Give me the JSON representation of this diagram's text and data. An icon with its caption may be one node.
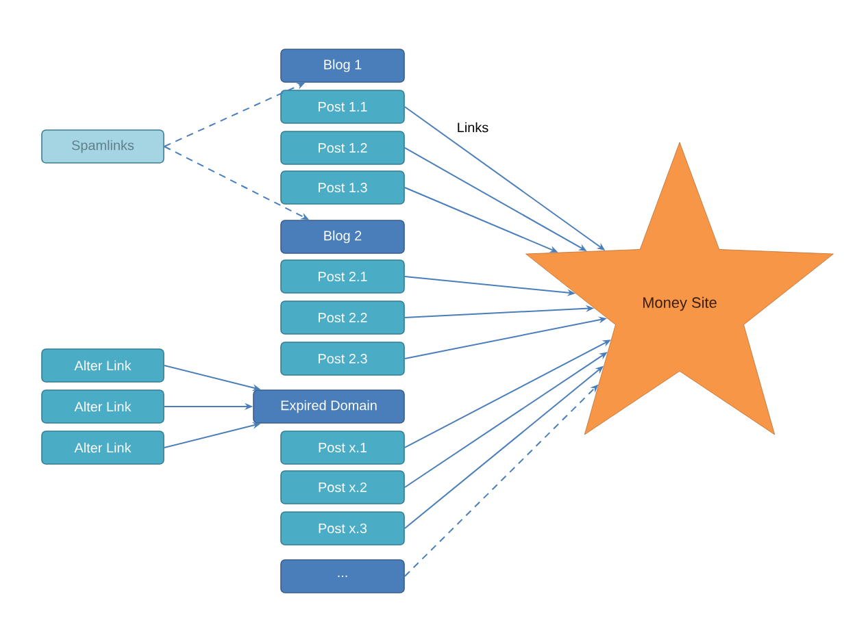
{
  "diagram": {
    "nodes": [
      {
        "text": [
          "Spamlinks"
        ]
      },
      {
        "text": [
          "Blog 1"
        ]
      },
      {
        "text": [
          "Post 1.1"
        ]
      },
      {
        "text": [
          "Post 1.2"
        ]
      },
      {
        "text": [
          "Post 1.3"
        ]
      },
      {
        "text": [
          "Blog 2"
        ]
      },
      {
        "text": [
          "Post 2.1"
        ]
      },
      {
        "text": [
          "Post 2.2"
        ]
      },
      {
        "text": [
          "Post 2.3"
        ]
      },
      {
        "text": [
          "Alter Link"
        ]
      },
      {
        "text": [
          "Alter Link"
        ]
      },
      {
        "text": [
          "Alter Link"
        ]
      },
      {
        "text": [
          "Expired Domain"
        ]
      },
      {
        "text": [
          "Post x.1"
        ]
      },
      {
        "text": [
          "Post x.2"
        ]
      },
      {
        "text": [
          "Post x.3"
        ]
      },
      {
        "text": [
          "..."
        ]
      },
      {
        "text": [
          "Money Site"
        ]
      }
    ],
    "edges": [
      {
        "from": 0,
        "to": 1,
        "arrow": "to",
        "style": "dashed"
      },
      {
        "from": 0,
        "to": 5,
        "arrow": "to",
        "style": "dashed"
      },
      {
        "from": 2,
        "to": 17,
        "arrow": "to"
      },
      {
        "from": 3,
        "to": 17,
        "arrow": "to"
      },
      {
        "from": 4,
        "to": 17,
        "arrow": "to"
      },
      {
        "from": 6,
        "to": 17,
        "arrow": "to"
      },
      {
        "from": 7,
        "to": 17,
        "arrow": "to"
      },
      {
        "from": 8,
        "to": 17,
        "arrow": "to"
      },
      {
        "from": 9,
        "to": 12,
        "arrow": "to"
      },
      {
        "from": 10,
        "to": 12,
        "arrow": "to"
      },
      {
        "from": 11,
        "to": 12,
        "arrow": "to"
      },
      {
        "from": 13,
        "to": 17,
        "arrow": "to"
      },
      {
        "from": 14,
        "to": 17,
        "arrow": "to"
      },
      {
        "from": 15,
        "to": 17,
        "arrow": "to"
      },
      {
        "from": 16,
        "to": 17,
        "arrow": "to",
        "style": "dashed"
      }
    ],
    "labels": [
      "Links"
    ]
  }
}
